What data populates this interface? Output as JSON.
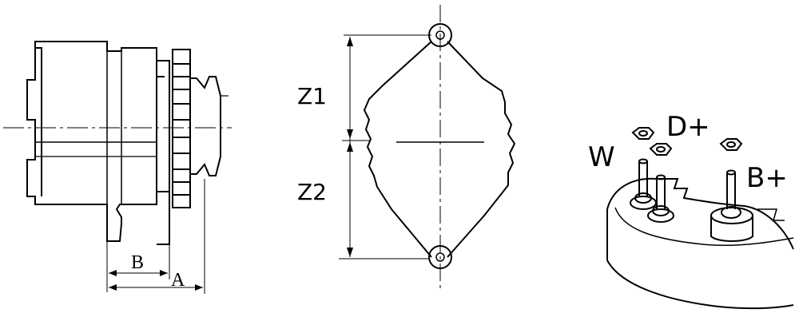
{
  "side_view": {
    "dimension_b": "B",
    "dimension_a": "A"
  },
  "front_view": {
    "dimension_z1": "Z1",
    "dimension_z2": "Z2"
  },
  "terminal_view": {
    "terminal_w": "W",
    "terminal_d_plus": "D+",
    "terminal_b_plus": "B+"
  },
  "colors": {
    "line": "#000000",
    "background": "#ffffff"
  }
}
